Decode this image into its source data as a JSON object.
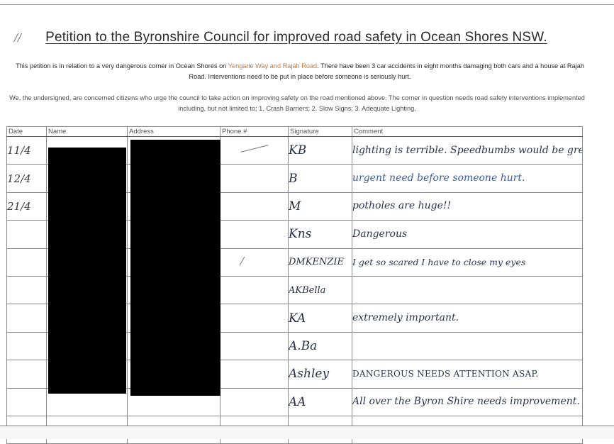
{
  "document": {
    "mark": "//",
    "title": "Petition to the Byronshire Council for improved road safety in Ocean Shores NSW.",
    "intro_before": "This petition is in relation to a very dangerous corner in Ocean Shores on ",
    "intro_highlight": "Yengarie Way and Rajah Road",
    "intro_after": ". There have been 3 car accidents in eight months damaging both cars and a house at Rajah Road. Interventions need to be put in place before someone is seriously hurt.",
    "request": "We, the undersigned, are concerned citizens who urge the council to take action on improving safety on the road mentioned above. The corner in question needs road safety interventions implemented including, but not limited to; 1. Crash Barriers; 2. Slow Signs; 3. Adequate Lighting."
  },
  "table": {
    "headers": {
      "date": "Date",
      "name": "Name",
      "address": "Address",
      "phone": "Phone #",
      "signature": "Signature",
      "comment": "Comment"
    },
    "rows": [
      {
        "date": "11/4",
        "signature": "KB",
        "comment": "lighting is terrible. Speedbumbs would be great too"
      },
      {
        "date": "12/4",
        "signature": "B",
        "comment": "urgent need before someone hurt."
      },
      {
        "date": "21/4",
        "signature": "M",
        "comment": "potholes are huge!!"
      },
      {
        "date": "",
        "signature": "Kns",
        "comment": "Dangerous"
      },
      {
        "date": "",
        "signature": "DMKENZIE",
        "comment": "I get so scared I have to close my eyes"
      },
      {
        "date": "",
        "signature": "AKBella",
        "comment": ""
      },
      {
        "date": "",
        "signature": "KA",
        "comment": "extremely important."
      },
      {
        "date": "",
        "signature": "A.Ba",
        "comment": ""
      },
      {
        "date": "",
        "signature": "Ashley",
        "comment": "DANGEROUS NEEDS ATTENTION ASAP."
      },
      {
        "date": "",
        "signature": "AA",
        "comment": "All over the Byron Shire needs improvement."
      },
      {
        "date": "",
        "signature": "",
        "comment": ""
      }
    ]
  },
  "colors": {
    "highlight": "#c8763a",
    "ink_blue": "#3d5c9a",
    "redaction": "#000000"
  }
}
